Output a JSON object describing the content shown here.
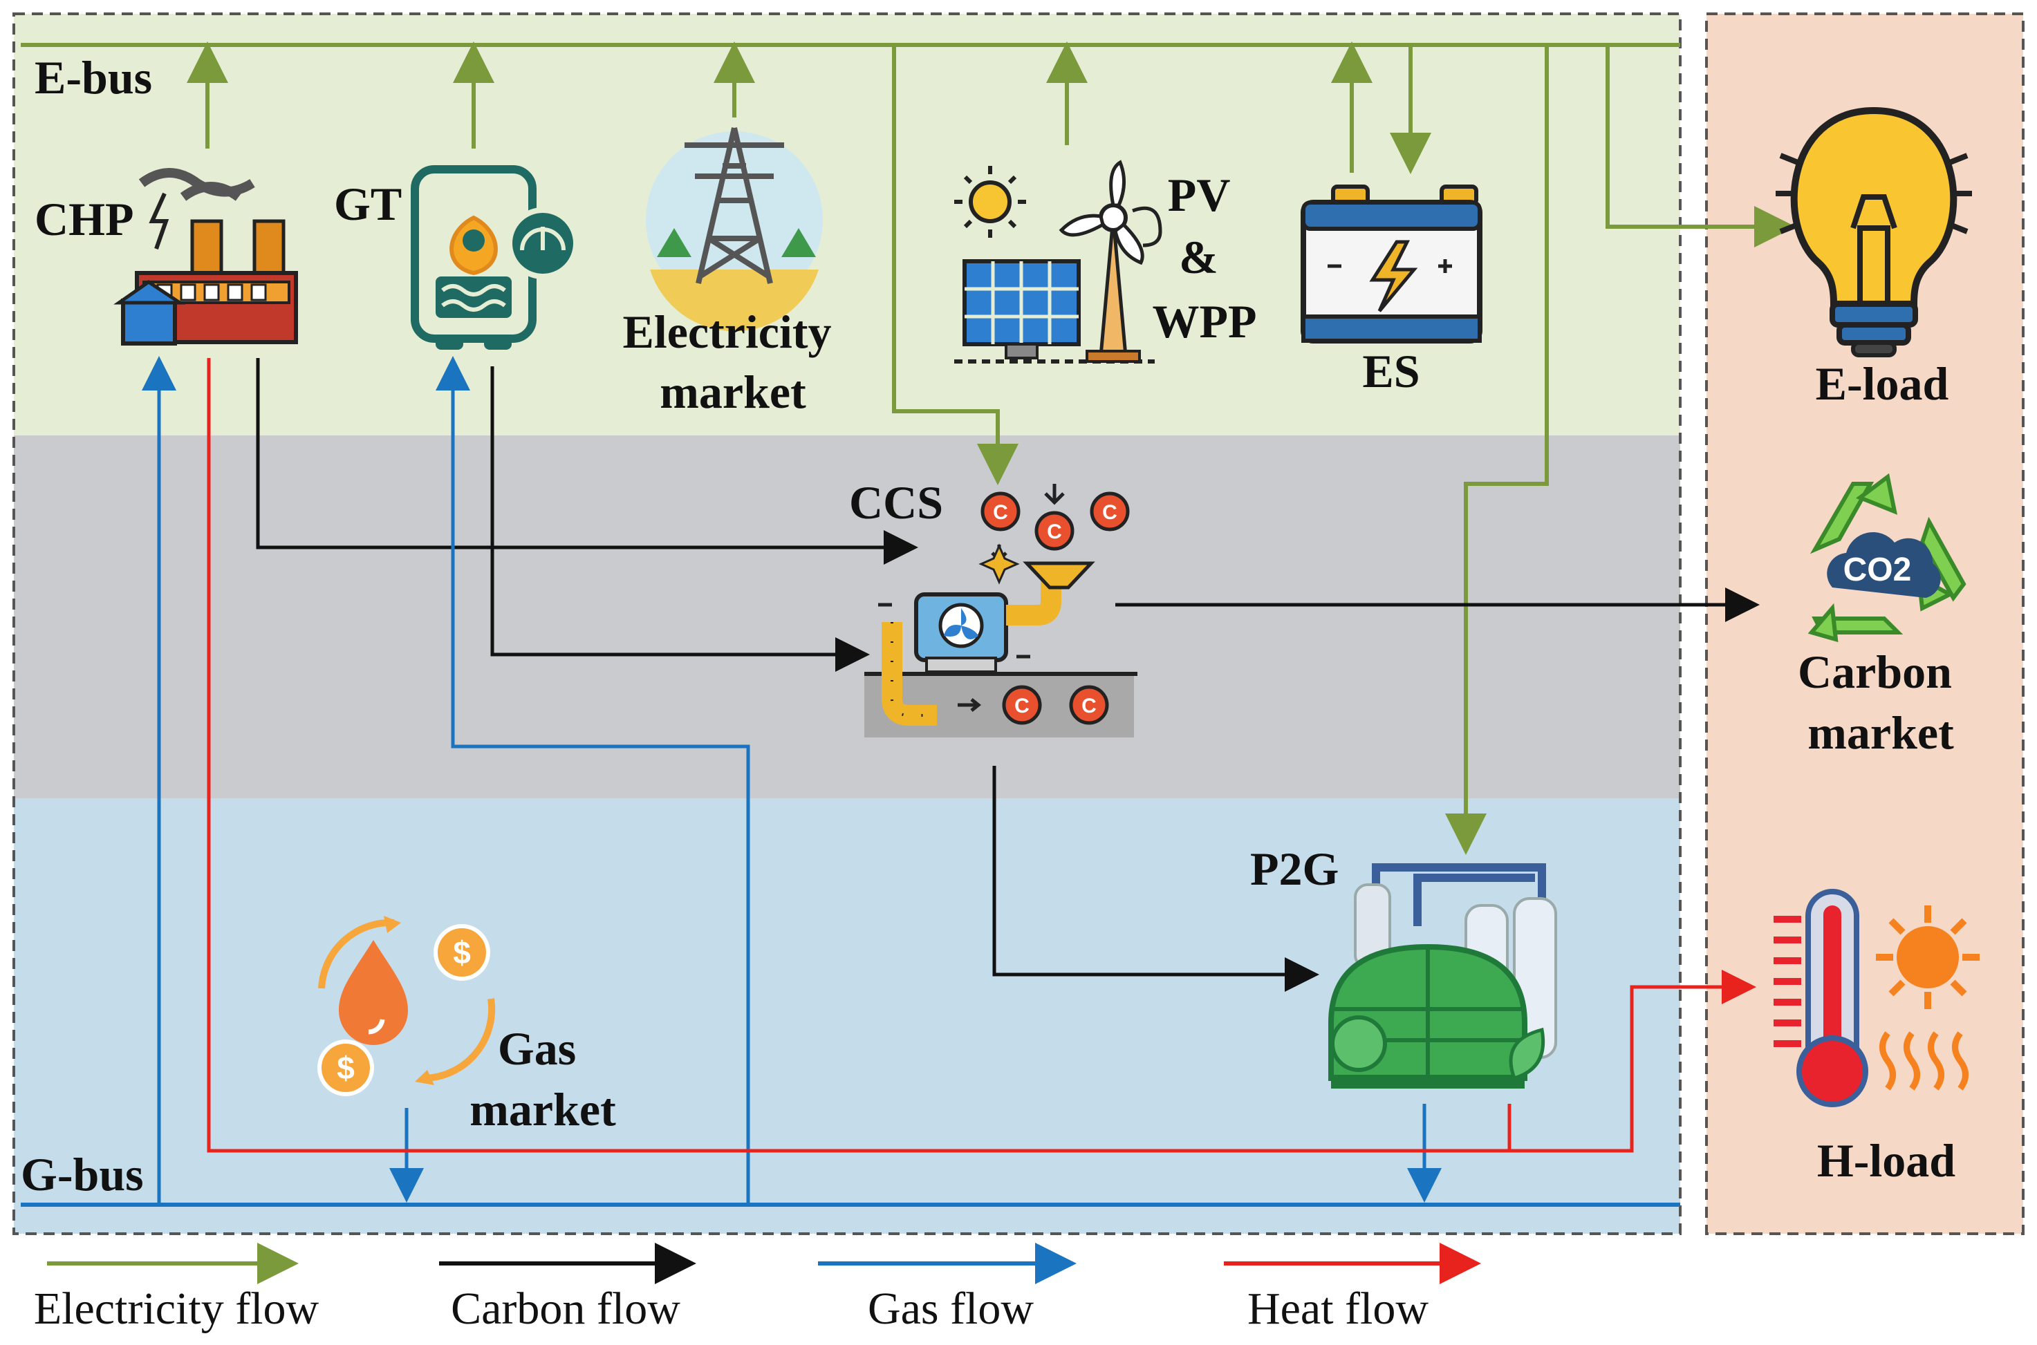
{
  "colors": {
    "electricity": "#7a9a3c",
    "carbon": "#111111",
    "gas": "#1b74c0",
    "heat": "#e8231e",
    "zone_electric": "#e6edd5",
    "zone_carbon": "#c9cbcf",
    "zone_gas": "#c5dcea",
    "zone_load": "#f6d8c6"
  },
  "buses": {
    "e_bus": "E-bus",
    "g_bus": "G-bus"
  },
  "components": {
    "chp": "CHP",
    "gt": "GT",
    "electricity_market": [
      "Electricity",
      "market"
    ],
    "pv_wpp": [
      "PV",
      "&",
      "WPP"
    ],
    "es": "ES",
    "ccs": "CCS",
    "p2g": "P2G",
    "gas_market": [
      "Gas",
      "market"
    ]
  },
  "loads": {
    "e_load": "E-load",
    "carbon_market": [
      "Carbon",
      "market"
    ],
    "h_load": "H-load",
    "co2_badge": "CO2"
  },
  "legend": [
    {
      "label": "Electricity flow",
      "flow": "electricity"
    },
    {
      "label": "Carbon flow",
      "flow": "carbon"
    },
    {
      "label": "Gas flow",
      "flow": "gas"
    },
    {
      "label": "Heat flow",
      "flow": "heat"
    }
  ]
}
